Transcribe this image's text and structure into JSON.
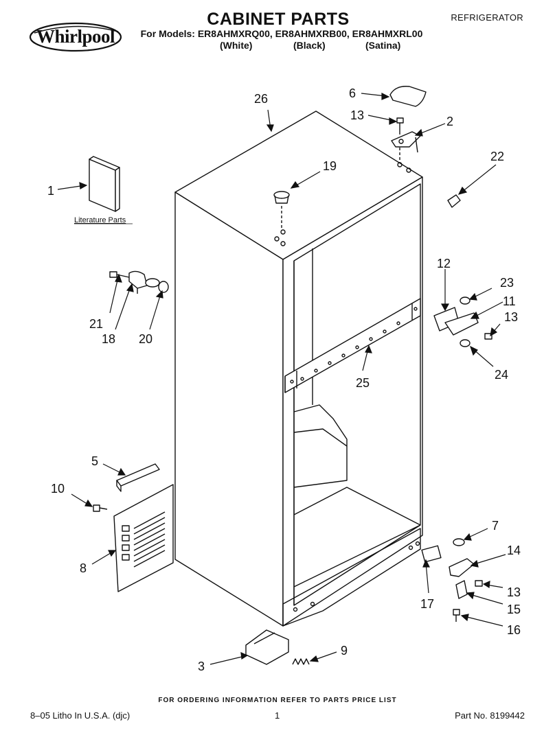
{
  "header": {
    "brand": "Whirlpool",
    "title": "CABINET PARTS",
    "models_line": "For Models: ER8AHMXRQ00, ER8AHMXRB00, ER8AHMXRL00",
    "finishes": [
      "(White)",
      "(Black)",
      "(Satina)"
    ],
    "category": "REFRIGERATOR"
  },
  "diagram": {
    "literature_label": "Literature Parts",
    "callouts": [
      "1",
      "2",
      "3",
      "5",
      "6",
      "7",
      "8",
      "9",
      "10",
      "11",
      "12",
      "13",
      "13",
      "13",
      "14",
      "15",
      "16",
      "17",
      "18",
      "19",
      "20",
      "21",
      "22",
      "23",
      "24",
      "25",
      "26"
    ]
  },
  "footer": {
    "ordering_note": "FOR ORDERING INFORMATION REFER TO PARTS PRICE LIST",
    "litho": "8–05 Litho In U.S.A. (djc)",
    "page_number": "1",
    "part_number": "Part No. 8199442"
  }
}
